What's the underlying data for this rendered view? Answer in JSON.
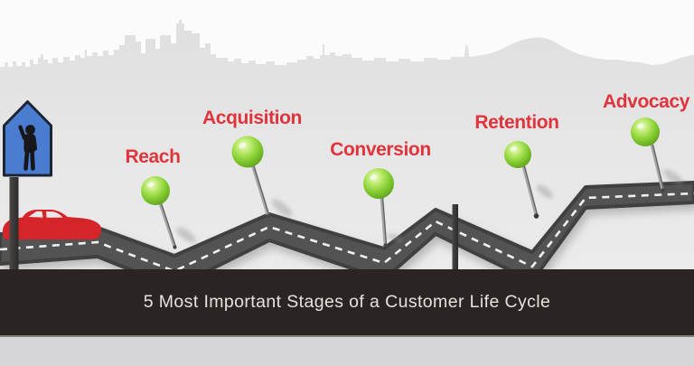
{
  "banner": {
    "title": "5 Most Important Stages of a Customer Life Cycle"
  },
  "stages": [
    {
      "id": "reach",
      "label": "Reach"
    },
    {
      "id": "acquisition",
      "label": "Acquisition"
    },
    {
      "id": "conversion",
      "label": "Conversion"
    },
    {
      "id": "retention",
      "label": "Retention"
    },
    {
      "id": "advocacy",
      "label": "Advocacy"
    }
  ],
  "icons": {
    "pedestrian_sign": "blue-pentagon-sign-with-person-figure",
    "car": "red-sedan-silhouette",
    "stage_marker": "glossy-green-map-pin",
    "skyline": "city-buildings-and-hill-silhouette",
    "road": "zigzag-road-with-white-dashed-centerline"
  },
  "colors": {
    "stage_label": "#e0333c",
    "pin_green": "#84cc32",
    "road": "#525252",
    "road_dash": "#ffffff",
    "car": "#d6252a",
    "sign_blue": "#4a7cd0",
    "sign_border": "#1d2433",
    "banner_bg": "#2a2522",
    "banner_text": "#e5e3e0",
    "ground": "#e7e7e7",
    "sky": "#fbfbfb",
    "footer_strip": "#d6d6d8"
  }
}
